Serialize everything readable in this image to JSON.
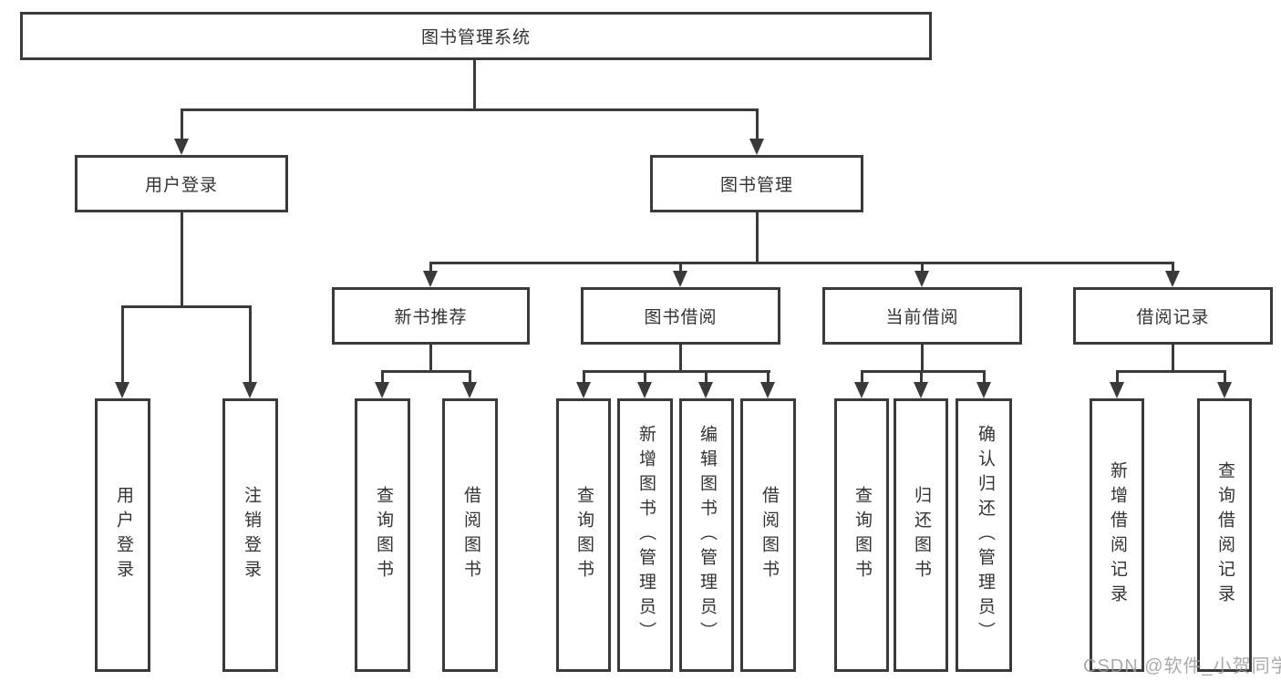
{
  "diagram": {
    "title": "图书管理系统",
    "type": "hierarchy-tree",
    "colors": {
      "line": "#3a3a3a",
      "box_border": "#3a3a3a",
      "box_background": "#ffffff",
      "text": "#333333",
      "watermark": "#9b9b9b"
    },
    "watermark": "CSDN @软件_小贺同学",
    "nodes": {
      "root": {
        "label": "图书管理系统"
      },
      "user_login": {
        "label": "用户登录"
      },
      "book_mgmt": {
        "label": "图书管理"
      },
      "new_book_rec": {
        "label": "新书推荐"
      },
      "book_borrow": {
        "label": "图书借阅"
      },
      "current_borrow": {
        "label": "当前借阅"
      },
      "borrow_record": {
        "label": "借阅记录"
      },
      "leaf_user_login": {
        "label": "用户登录"
      },
      "leaf_logout": {
        "label": "注销登录"
      },
      "leaf_query_book_1": {
        "label": "查询图书"
      },
      "leaf_borrow_book_1": {
        "label": "借阅图书"
      },
      "leaf_query_book_2": {
        "label": "查询图书"
      },
      "leaf_add_book": {
        "label": "新增图书（管理员）"
      },
      "leaf_edit_book": {
        "label": "编辑图书（管理员）"
      },
      "leaf_borrow_book_2": {
        "label": "借阅图书"
      },
      "leaf_query_book_3": {
        "label": "查询图书"
      },
      "leaf_return_book": {
        "label": "归还图书"
      },
      "leaf_confirm_return": {
        "label": "确认归还（管理员）"
      },
      "leaf_add_record": {
        "label": "新增借阅记录"
      },
      "leaf_query_record": {
        "label": "查询借阅记录"
      }
    },
    "edges": [
      {
        "from": "图书管理系统",
        "to": "用户登录"
      },
      {
        "from": "图书管理系统",
        "to": "图书管理"
      },
      {
        "from": "用户登录",
        "to": "用户登录"
      },
      {
        "from": "用户登录",
        "to": "注销登录"
      },
      {
        "from": "图书管理",
        "to": "新书推荐"
      },
      {
        "from": "图书管理",
        "to": "图书借阅"
      },
      {
        "from": "图书管理",
        "to": "当前借阅"
      },
      {
        "from": "图书管理",
        "to": "借阅记录"
      },
      {
        "from": "新书推荐",
        "to": "查询图书"
      },
      {
        "from": "新书推荐",
        "to": "借阅图书"
      },
      {
        "from": "图书借阅",
        "to": "查询图书"
      },
      {
        "from": "图书借阅",
        "to": "新增图书（管理员）"
      },
      {
        "from": "图书借阅",
        "to": "编辑图书（管理员）"
      },
      {
        "from": "图书借阅",
        "to": "借阅图书"
      },
      {
        "from": "当前借阅",
        "to": "查询图书"
      },
      {
        "from": "当前借阅",
        "to": "归还图书"
      },
      {
        "from": "当前借阅",
        "to": "确认归还（管理员）"
      },
      {
        "from": "借阅记录",
        "to": "新增借阅记录"
      },
      {
        "from": "借阅记录",
        "to": "查询借阅记录"
      }
    ]
  }
}
